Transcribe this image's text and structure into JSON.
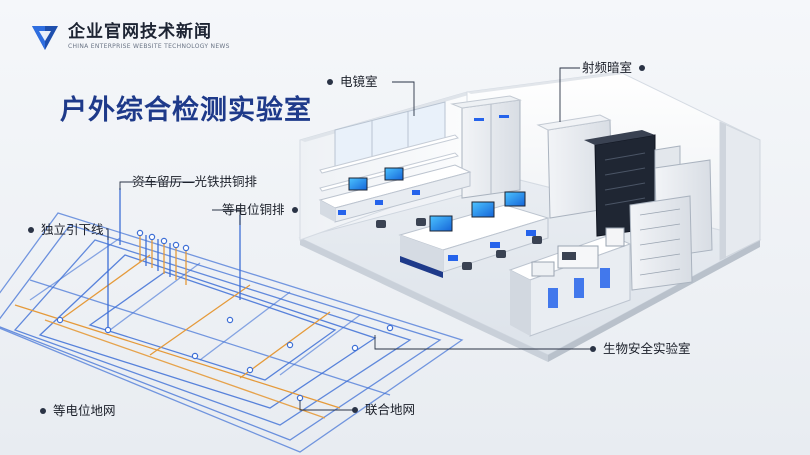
{
  "brand": {
    "name": "企业官网技术新闻",
    "subtitle": "CHINA ENTERPRISE WEBSITE TECHNOLOGY NEWS"
  },
  "title": "户外综合检测实验室",
  "labels": {
    "em_room": "电镜室",
    "rf_darkroom": "射频暗室",
    "reserved_bar": "资车留厉—光铁拱铜排",
    "equipotential_bar": "等电位铜排",
    "independent_downlead": "独立引下线",
    "biosafety_lab": "生物安全实验室",
    "equipotential_grid": "等电位地网",
    "combined_grid": "联合地网"
  },
  "colors": {
    "title_blue": "#1e3a8a",
    "grid_blue": "#3d6fd6",
    "grid_orange": "#e59a3a",
    "bench_blue": "#2563eb",
    "wall_white": "#f7f8fa"
  }
}
